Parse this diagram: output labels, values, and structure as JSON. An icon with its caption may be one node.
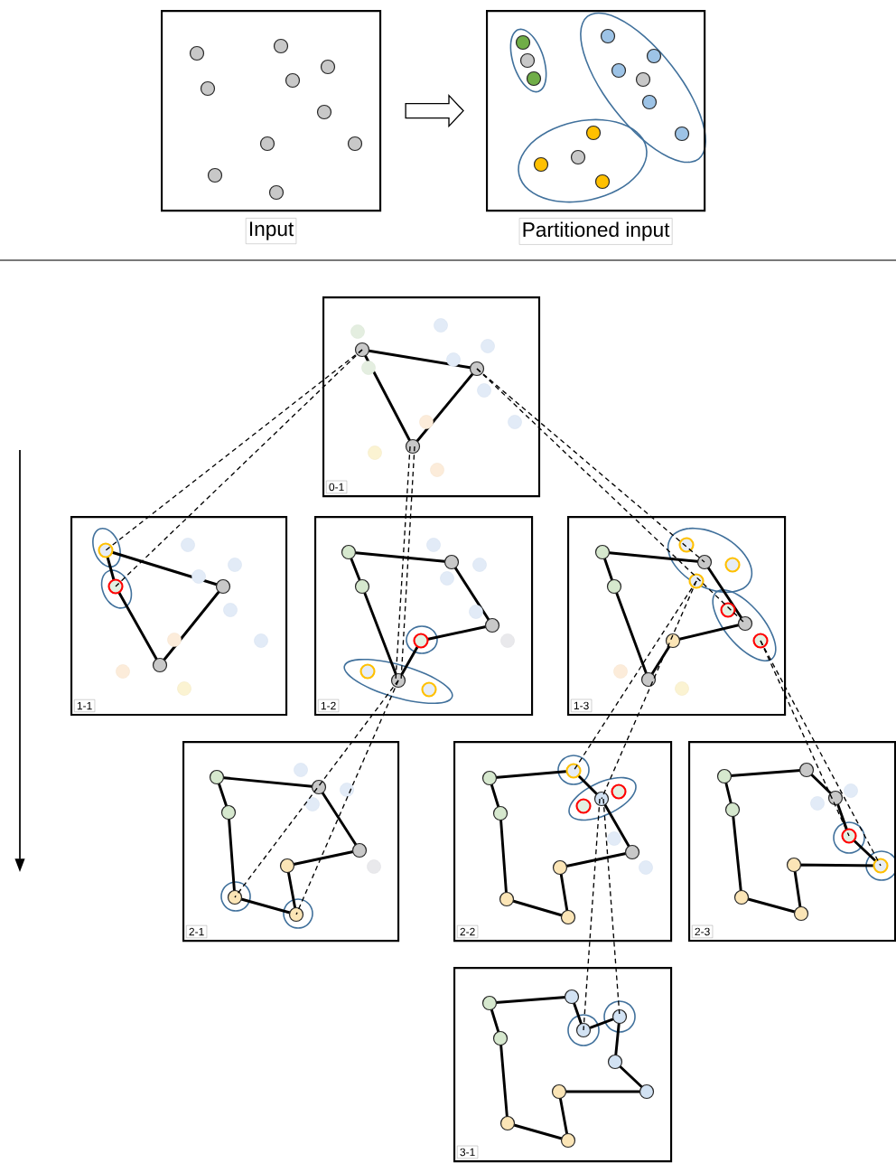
{
  "diagram": {
    "nodes": [
      {
        "text": [
          "Input"
        ]
      },
      {
        "text": [
          "Partitioned input"
        ]
      },
      {
        "text": [
          "0-1"
        ]
      },
      {
        "text": [
          "1-1"
        ]
      },
      {
        "text": [
          "1-2"
        ]
      },
      {
        "text": [
          "1-3"
        ]
      },
      {
        "text": [
          "2-1"
        ]
      },
      {
        "text": [
          "2-2"
        ]
      },
      {
        "text": [
          "2-3"
        ]
      },
      {
        "text": [
          "3-1"
        ]
      }
    ],
    "edges": [
      {
        "from": 0,
        "to": 1,
        "arrow": "to"
      },
      {
        "from": 2,
        "to": 3,
        "arrow": "none",
        "style": "dashed"
      },
      {
        "from": 2,
        "to": 3,
        "arrow": "none",
        "style": "dashed"
      },
      {
        "from": 2,
        "to": 4,
        "arrow": "none",
        "style": "dashed"
      },
      {
        "from": 2,
        "to": 4,
        "arrow": "none",
        "style": "dashed"
      },
      {
        "from": 2,
        "to": 5,
        "arrow": "none",
        "style": "dashed"
      },
      {
        "from": 2,
        "to": 5,
        "arrow": "none",
        "style": "dashed"
      },
      {
        "from": 4,
        "to": 6,
        "arrow": "none",
        "style": "dashed"
      },
      {
        "from": 4,
        "to": 6,
        "arrow": "none",
        "style": "dashed"
      },
      {
        "from": 5,
        "to": 7,
        "arrow": "none",
        "style": "dashed"
      },
      {
        "from": 5,
        "to": 7,
        "arrow": "none",
        "style": "dashed"
      },
      {
        "from": 5,
        "to": 8,
        "arrow": "none",
        "style": "dashed"
      },
      {
        "from": 5,
        "to": 8,
        "arrow": "none",
        "style": "dashed"
      },
      {
        "from": 7,
        "to": 9,
        "arrow": "none",
        "style": "dashed"
      },
      {
        "from": 7,
        "to": 9,
        "arrow": "none",
        "style": "dashed"
      }
    ]
  }
}
